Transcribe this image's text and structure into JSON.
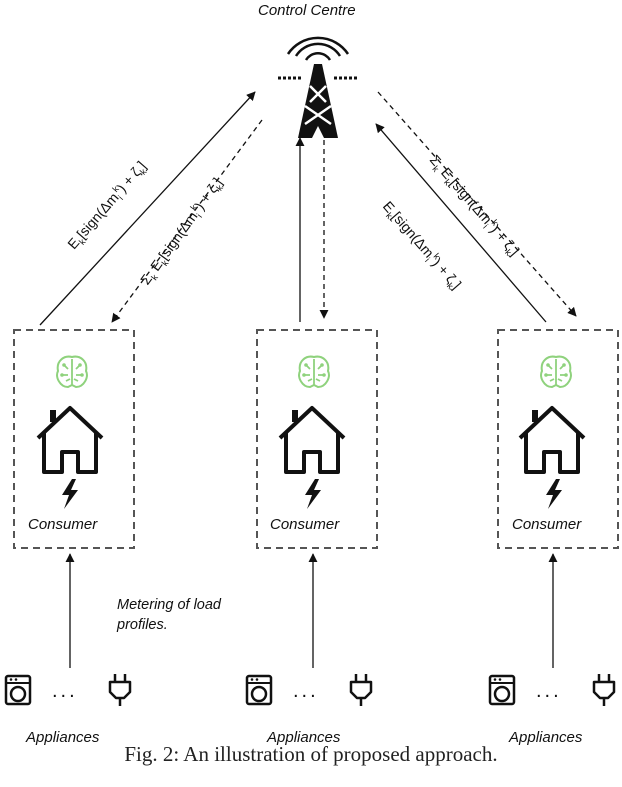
{
  "diagram": {
    "control_centre_label": "Control Centre",
    "consumer_label": "Consumer",
    "appliances_label": "Appliances",
    "ellipsis": "...",
    "metering_label": "Metering of load profiles.",
    "edge_label_solid": "E_k[sign(Δm_i^k) + ζ_k]",
    "edge_label_dashed": "Σ_k E_k[sign(Δm_i^k) + ζ_k]",
    "icons": {
      "tower": "radio-tower-icon",
      "brain": "circuit-brain-icon",
      "house": "house-icon",
      "bolt": "lightning-bolt-icon",
      "washer": "washing-machine-icon",
      "plug": "power-plug-icon"
    },
    "colors": {
      "brain": "#8fd27d",
      "line": "#111111",
      "box_border": "#555555"
    }
  },
  "caption": "Fig. 2: An illustration of proposed approach."
}
